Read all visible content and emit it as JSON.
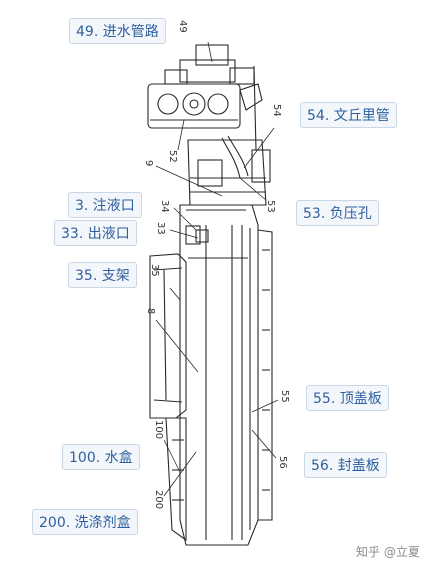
{
  "callouts": {
    "c49": "49. 进水管路",
    "c54": "54. 文丘里管",
    "c3": "3. 注液口",
    "c53": "53. 负压孔",
    "c33": "33. 出液口",
    "c35": "35. 支架",
    "c55": "55. 顶盖板",
    "c100": "100. 水盒",
    "c56": "56. 封盖板",
    "c200": "200. 洗涤剂盒"
  },
  "part_numbers": {
    "n49": "49",
    "n54": "54",
    "n52": "52",
    "n9": "9",
    "n53": "53",
    "n34": "34",
    "n33": "33",
    "n35": "35",
    "n8": "8",
    "n55": "55",
    "n56": "56",
    "n100": "100",
    "n200": "200"
  },
  "watermark": "知乎 @立夏"
}
